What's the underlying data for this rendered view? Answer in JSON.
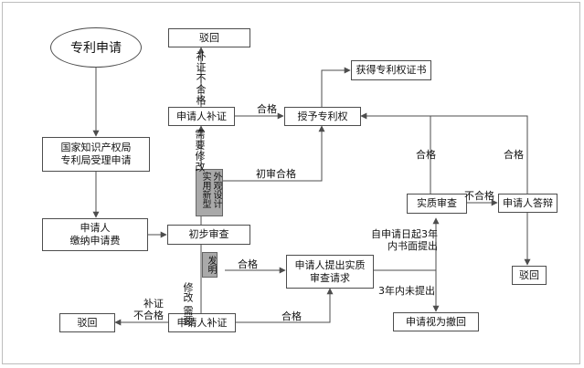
{
  "nodes": {
    "patent_application": "专利申请",
    "sipo_accept": "国家知识产权局\n专利局受理申请",
    "pay_fee": "申请人\n缴纳申请费",
    "preliminary_exam": "初步审查",
    "supplement_top": "申请人补证",
    "rejected_top": "驳回",
    "grant_patent": "授予专利权",
    "get_certificate": "获得专利权证书",
    "substantive_exam": "实质审查",
    "applicant_defense": "申请人答辩",
    "rejected_right": "驳回",
    "request_substantive": "申请人提出实质\n审查请求",
    "supplement_bottom": "申请人补证",
    "rejected_bottom": "驳回",
    "deemed_withdrawn": "申请视为撤回",
    "design_utility": "外观设计\n实用新型",
    "invention": "发明"
  },
  "labels": {
    "supplement_fail_top": "补证不合格",
    "pass_top": "合格",
    "needs_modify_top": "需要修改",
    "preliminary_pass": "初审合格",
    "pass_substantive": "合格",
    "pass_defense": "合格",
    "fail_defense": "不合格",
    "within_3_years": "自申请日起3年\n内书面提出",
    "not_within_3_years": "3年内未提出",
    "pass_invention": "合格",
    "needs_modify_bottom": "修改 需要",
    "supplement_fail_bottom": "补证\n不合格",
    "pass_bottom": "合格"
  },
  "colors": {
    "line": "#4d4d4d",
    "gray_box": "#a9a9a9",
    "border": "#4d4d4d"
  }
}
